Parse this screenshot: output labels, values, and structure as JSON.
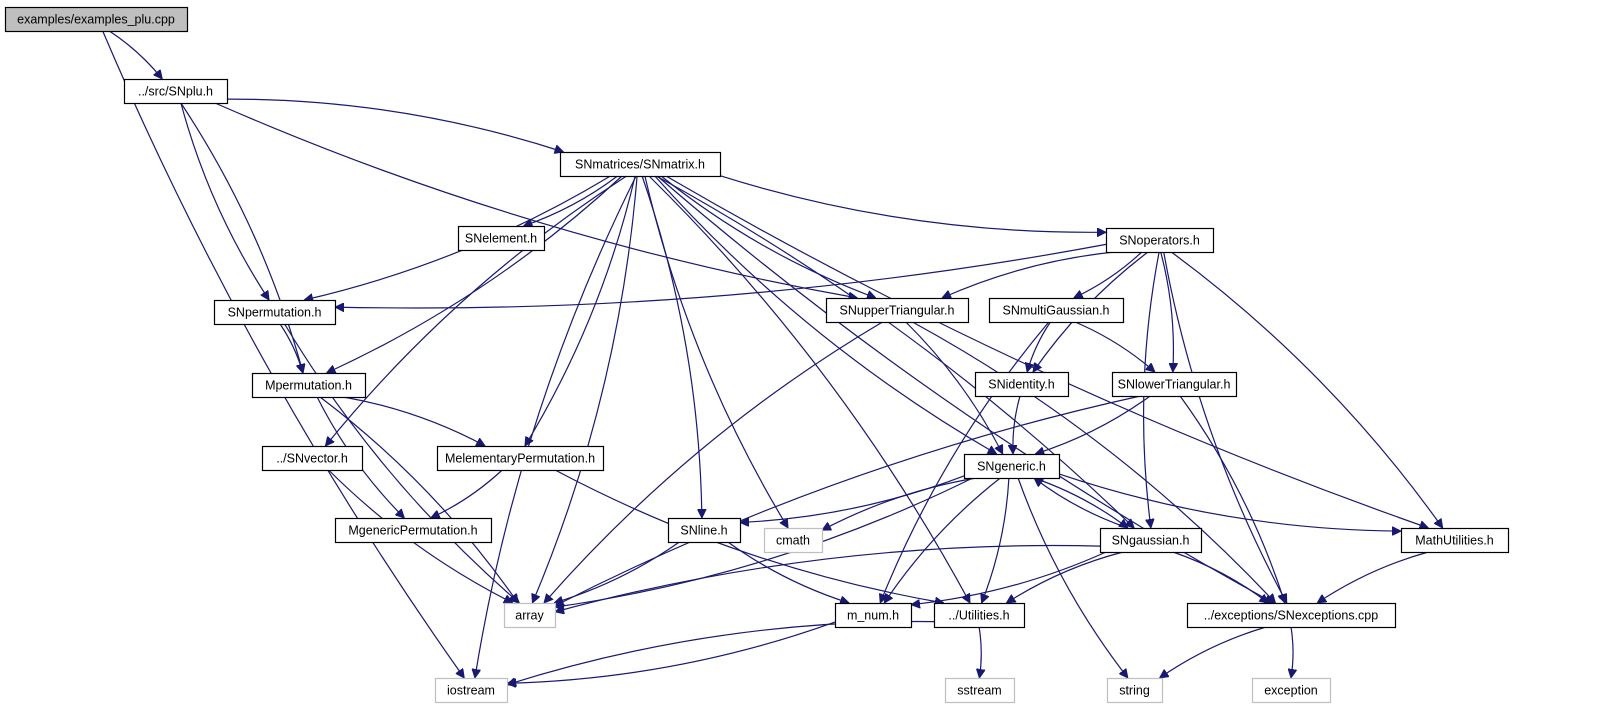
{
  "title": "examples/examples_plu.cpp include dependency graph",
  "colors": {
    "edge": "#191970",
    "root_fill": "#bfbfbf",
    "external_border": "#bfbfbf",
    "node_border": "#000000"
  },
  "nodes": [
    {
      "id": "root",
      "label": "examples/examples_plu.cpp",
      "kind": "root"
    },
    {
      "id": "snplu",
      "label": "../src/SNplu.h",
      "kind": "local"
    },
    {
      "id": "snmatrix",
      "label": "SNmatrices/SNmatrix.h",
      "kind": "local"
    },
    {
      "id": "snelement",
      "label": "SNelement.h",
      "kind": "local"
    },
    {
      "id": "snoperators",
      "label": "SNoperators.h",
      "kind": "local"
    },
    {
      "id": "snpermutation",
      "label": "SNpermutation.h",
      "kind": "local"
    },
    {
      "id": "snuppertri",
      "label": "SNupperTriangular.h",
      "kind": "local"
    },
    {
      "id": "snmultigauss",
      "label": "SNmultiGaussian.h",
      "kind": "local"
    },
    {
      "id": "mpermutation",
      "label": "Mpermutation.h",
      "kind": "local"
    },
    {
      "id": "snidentity",
      "label": "SNidentity.h",
      "kind": "local"
    },
    {
      "id": "snlowertri",
      "label": "SNlowerTriangular.h",
      "kind": "local"
    },
    {
      "id": "snvector",
      "label": "../SNvector.h",
      "kind": "local"
    },
    {
      "id": "melemperm",
      "label": "MelementaryPermutation.h",
      "kind": "local"
    },
    {
      "id": "sngeneric",
      "label": "SNgeneric.h",
      "kind": "local"
    },
    {
      "id": "mgenperm",
      "label": "MgenericPermutation.h",
      "kind": "local"
    },
    {
      "id": "snline",
      "label": "SNline.h",
      "kind": "local"
    },
    {
      "id": "cmath",
      "label": "cmath",
      "kind": "external"
    },
    {
      "id": "sngaussian",
      "label": "SNgaussian.h",
      "kind": "local"
    },
    {
      "id": "mathutil",
      "label": "MathUtilities.h",
      "kind": "local"
    },
    {
      "id": "array",
      "label": "array",
      "kind": "external"
    },
    {
      "id": "mnum",
      "label": "m_num.h",
      "kind": "local"
    },
    {
      "id": "utilities",
      "label": "../Utilities.h",
      "kind": "local"
    },
    {
      "id": "snexceptions",
      "label": "../exceptions/SNexceptions.cpp",
      "kind": "local"
    },
    {
      "id": "iostream",
      "label": "iostream",
      "kind": "external"
    },
    {
      "id": "sstream",
      "label": "sstream",
      "kind": "external"
    },
    {
      "id": "string",
      "label": "string",
      "kind": "external"
    },
    {
      "id": "exception",
      "label": "exception",
      "kind": "external"
    }
  ],
  "edges": [
    [
      "root",
      "snplu"
    ],
    [
      "root",
      "iostream"
    ],
    [
      "snplu",
      "snmatrix"
    ],
    [
      "snplu",
      "snpermutation"
    ],
    [
      "snplu",
      "mpermutation"
    ],
    [
      "snplu",
      "snuppertri"
    ],
    [
      "snmatrix",
      "snelement"
    ],
    [
      "snmatrix",
      "snoperators"
    ],
    [
      "snmatrix",
      "snpermutation"
    ],
    [
      "snmatrix",
      "snuppertri"
    ],
    [
      "snmatrix",
      "mpermutation"
    ],
    [
      "snmatrix",
      "snvector"
    ],
    [
      "snmatrix",
      "melemperm"
    ],
    [
      "snmatrix",
      "sngeneric"
    ],
    [
      "snmatrix",
      "snline"
    ],
    [
      "snmatrix",
      "cmath"
    ],
    [
      "snmatrix",
      "sngaussian"
    ],
    [
      "snmatrix",
      "mathutil"
    ],
    [
      "snmatrix",
      "array"
    ],
    [
      "snmatrix",
      "iostream"
    ],
    [
      "snmatrix",
      "utilities"
    ],
    [
      "snmatrix",
      "snexceptions"
    ],
    [
      "snoperators",
      "snpermutation"
    ],
    [
      "snoperators",
      "snuppertri"
    ],
    [
      "snoperators",
      "snmultigauss"
    ],
    [
      "snoperators",
      "snidentity"
    ],
    [
      "snoperators",
      "snlowertri"
    ],
    [
      "snoperators",
      "sngaussian"
    ],
    [
      "snoperators",
      "mathutil"
    ],
    [
      "snoperators",
      "snexceptions"
    ],
    [
      "snpermutation",
      "mpermutation"
    ],
    [
      "snpermutation",
      "array"
    ],
    [
      "snuppertri",
      "sngeneric"
    ],
    [
      "snuppertri",
      "array"
    ],
    [
      "snuppertri",
      "snexceptions"
    ],
    [
      "snmultigauss",
      "snidentity"
    ],
    [
      "snmultigauss",
      "snlowertri"
    ],
    [
      "snmultigauss",
      "mnum"
    ],
    [
      "mpermutation",
      "melemperm"
    ],
    [
      "mpermutation",
      "mgenperm"
    ],
    [
      "mpermutation",
      "array"
    ],
    [
      "snidentity",
      "sngeneric"
    ],
    [
      "snlowertri",
      "sngeneric"
    ],
    [
      "snlowertri",
      "array"
    ],
    [
      "snlowertri",
      "snexceptions"
    ],
    [
      "snvector",
      "array"
    ],
    [
      "melemperm",
      "mgenperm"
    ],
    [
      "melemperm",
      "utilities"
    ],
    [
      "sngeneric",
      "snline"
    ],
    [
      "sngeneric",
      "cmath"
    ],
    [
      "sngeneric",
      "sngaussian"
    ],
    [
      "sngeneric",
      "mathutil"
    ],
    [
      "sngeneric",
      "array"
    ],
    [
      "sngeneric",
      "mnum"
    ],
    [
      "sngeneric",
      "utilities"
    ],
    [
      "sngeneric",
      "string"
    ],
    [
      "snline",
      "array"
    ],
    [
      "snline",
      "mnum"
    ],
    [
      "sngaussian",
      "sngeneric"
    ],
    [
      "sngaussian",
      "array"
    ],
    [
      "sngaussian",
      "mnum"
    ],
    [
      "sngaussian",
      "utilities"
    ],
    [
      "sngaussian",
      "snexceptions"
    ],
    [
      "mathutil",
      "snexceptions"
    ],
    [
      "mnum",
      "iostream"
    ],
    [
      "utilities",
      "iostream"
    ],
    [
      "utilities",
      "sstream"
    ],
    [
      "snexceptions",
      "string"
    ],
    [
      "snexceptions",
      "exception"
    ]
  ]
}
